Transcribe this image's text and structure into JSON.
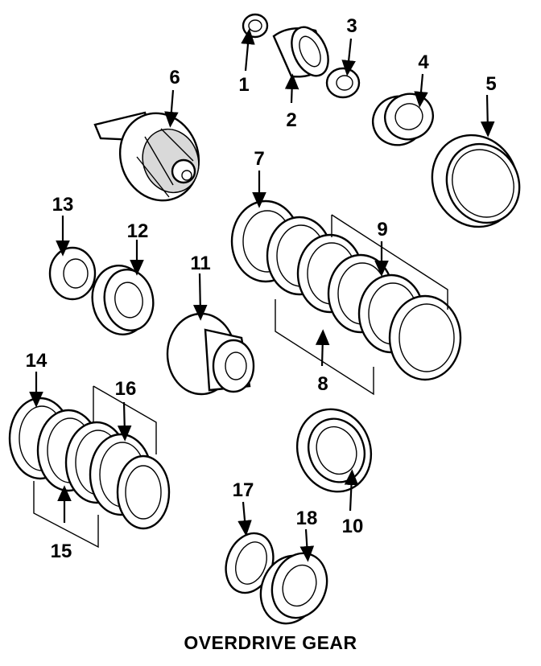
{
  "title": "OVERDRIVE GEAR",
  "parts": [
    {
      "number": "1"
    },
    {
      "number": "2"
    },
    {
      "number": "3"
    },
    {
      "number": "4"
    },
    {
      "number": "5"
    },
    {
      "number": "6"
    },
    {
      "number": "7"
    },
    {
      "number": "8"
    },
    {
      "number": "9"
    },
    {
      "number": "10"
    },
    {
      "number": "11"
    },
    {
      "number": "12"
    },
    {
      "number": "13"
    },
    {
      "number": "14"
    },
    {
      "number": "15"
    },
    {
      "number": "16"
    },
    {
      "number": "17"
    },
    {
      "number": "18"
    }
  ]
}
